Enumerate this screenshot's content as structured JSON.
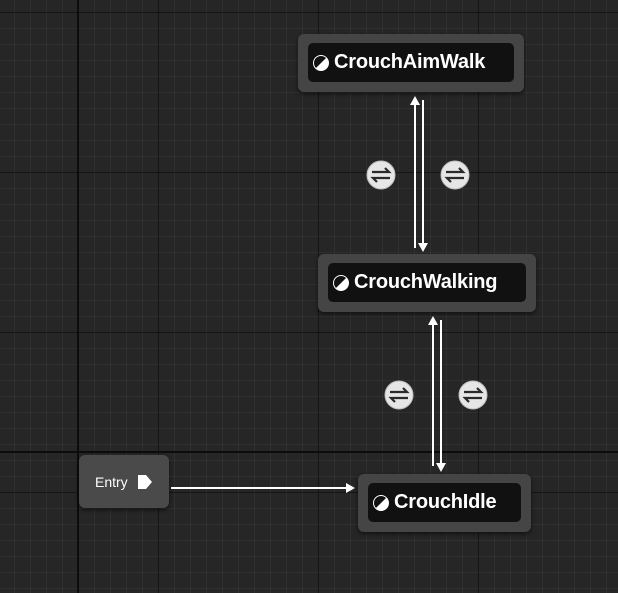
{
  "graph": {
    "states": [
      {
        "id": "crouch-aim-walk",
        "label": "CrouchAimWalk"
      },
      {
        "id": "crouch-walking",
        "label": "CrouchWalking"
      },
      {
        "id": "crouch-idle",
        "label": "CrouchIdle"
      }
    ],
    "entry": {
      "label": "Entry"
    },
    "transitions": [
      {
        "from": "CrouchWalking",
        "to": "CrouchAimWalk"
      },
      {
        "from": "CrouchAimWalk",
        "to": "CrouchWalking"
      },
      {
        "from": "CrouchIdle",
        "to": "CrouchWalking"
      },
      {
        "from": "CrouchWalking",
        "to": "CrouchIdle"
      },
      {
        "from": "Entry",
        "to": "CrouchIdle"
      }
    ],
    "icons": {
      "state": "state-half-circle-icon",
      "transition": "transition-arrows-icon",
      "entry_pin": "entry-pin-icon"
    },
    "colors": {
      "background": "#262626",
      "node_border": "#454545",
      "node_inner": "#111111",
      "wire": "#ffffff",
      "transition_icon": "#e8e8e8"
    }
  }
}
